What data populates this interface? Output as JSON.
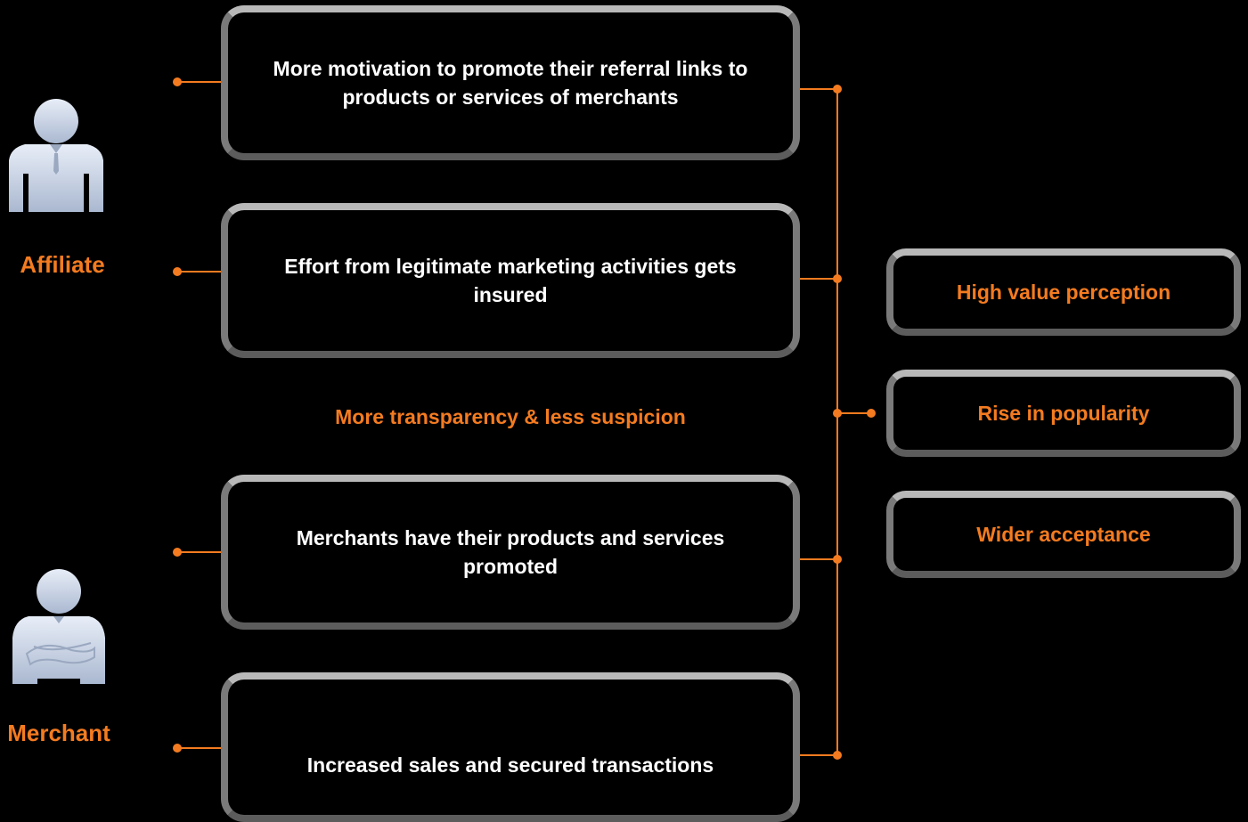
{
  "roles": {
    "affiliate": {
      "label": "Affiliate",
      "icon": "affiliate-person-icon"
    },
    "merchant": {
      "label": "Merchant",
      "icon": "merchant-person-icon"
    }
  },
  "benefits": [
    {
      "id": "motivation",
      "text": "More motivation to promote their referral links to products or services of merchants"
    },
    {
      "id": "effort",
      "text": "Effort from legitimate marketing activities gets insured"
    },
    {
      "id": "promoted",
      "text": "Merchants have their products and services promoted"
    },
    {
      "id": "sales",
      "text": "Increased sales and secured transactions"
    }
  ],
  "center_label": "More transparency & less suspicion",
  "outcomes": [
    {
      "id": "value",
      "text": "High value perception"
    },
    {
      "id": "popularity",
      "text": "Rise in popularity"
    },
    {
      "id": "acceptance",
      "text": "Wider acceptance"
    }
  ],
  "colors": {
    "accent": "#f47b20",
    "box_border": "#7a7a7a",
    "text": "#ffffff",
    "background": "#000000",
    "person_fill": "#c9d4e6"
  }
}
